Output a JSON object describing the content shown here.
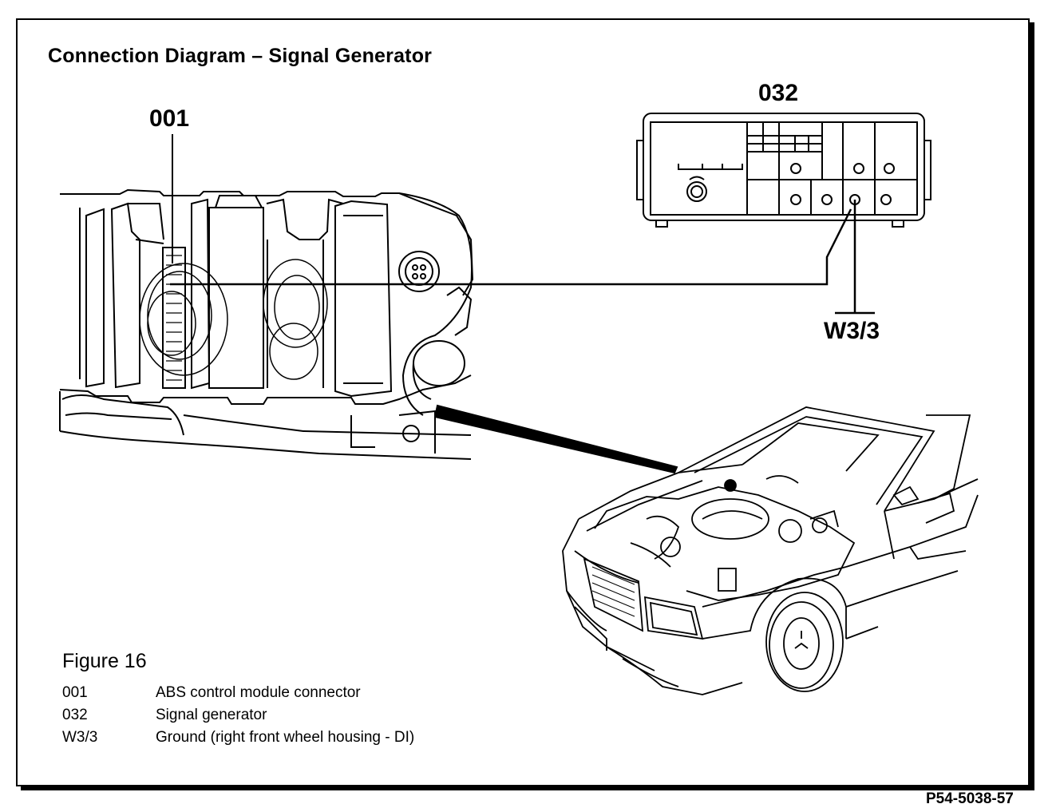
{
  "title": "Connection Diagram – Signal Generator",
  "callouts": {
    "connector": "001",
    "generator": "032",
    "ground": "W3/3"
  },
  "figure": {
    "caption": "Figure 16",
    "legend": [
      {
        "code": "001",
        "desc": "ABS control module connector"
      },
      {
        "code": "032",
        "desc": "Signal generator"
      },
      {
        "code": "W3/3",
        "desc": "Ground (right front wheel housing - DI)"
      }
    ]
  },
  "reference": "P54-5038-57"
}
